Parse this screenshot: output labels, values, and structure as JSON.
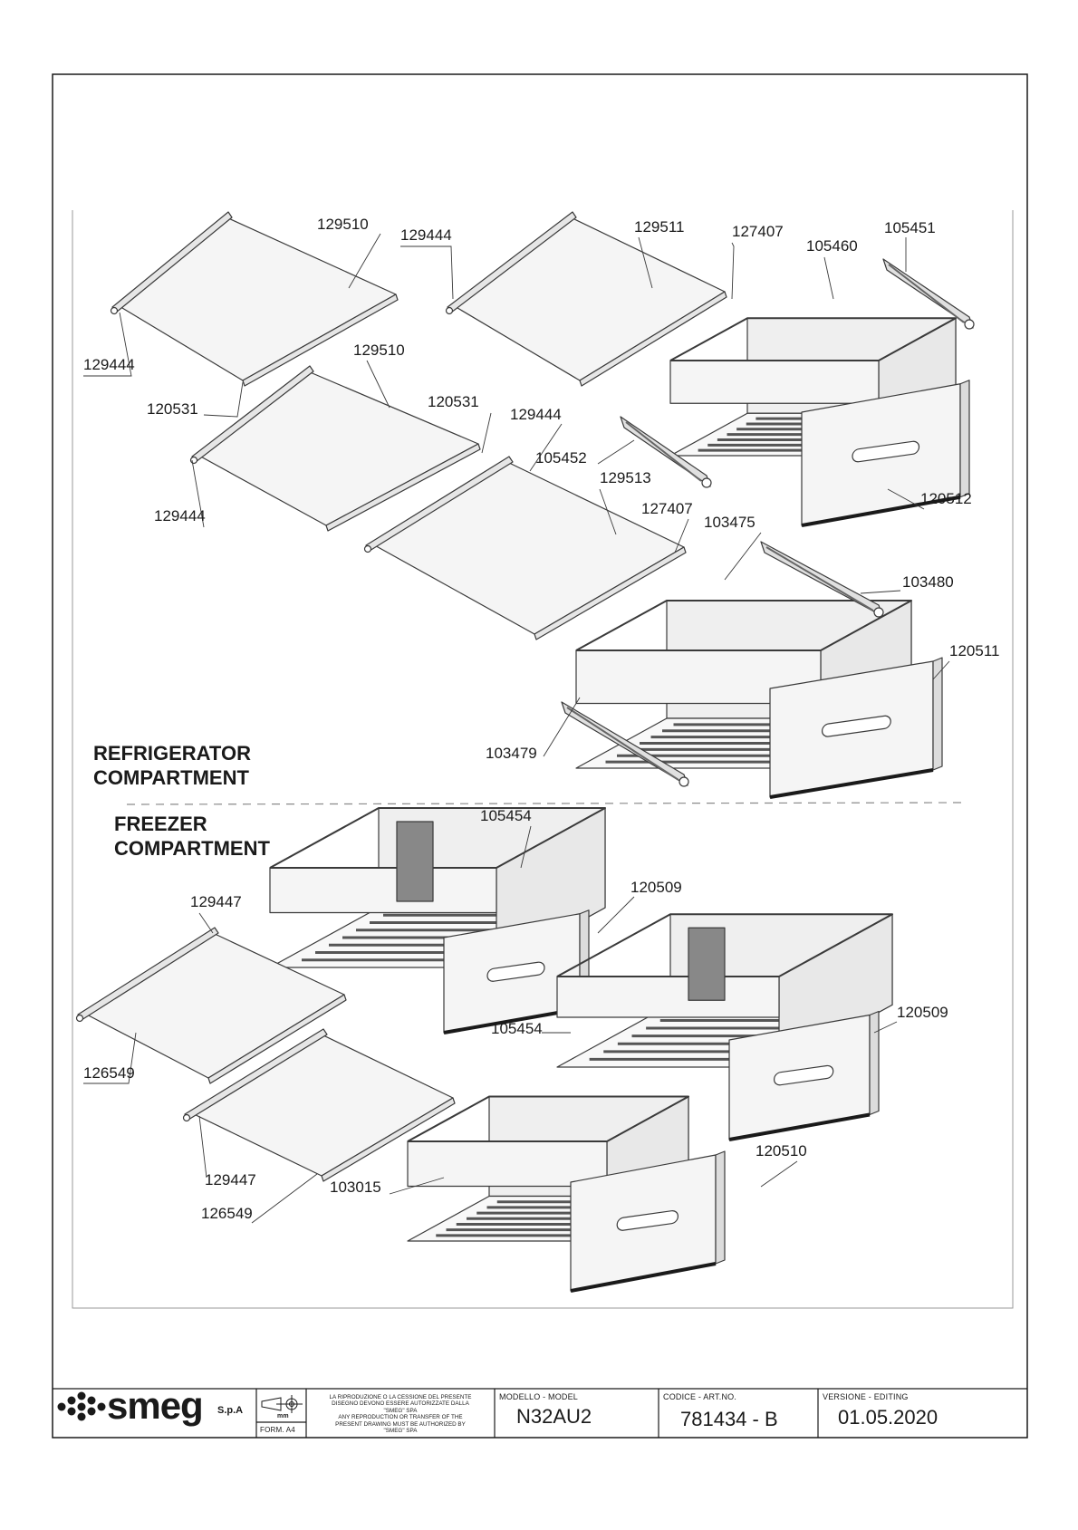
{
  "sections": {
    "refrigerator": [
      "REFRIGERATOR",
      "COMPARTMENT"
    ],
    "freezer": [
      "FREEZER",
      "COMPARTMENT"
    ]
  },
  "part_labels": [
    "129510",
    "129444",
    "129511",
    "127407",
    "105451",
    "105460",
    "129444",
    "129510",
    "120531",
    "120531",
    "129444",
    "105452",
    "129444",
    "129513",
    "127407",
    "103475",
    "120512",
    "103480",
    "120511",
    "103479",
    "105454",
    "120509",
    "129447",
    "120509",
    "105454",
    "126549",
    "120510",
    "129447",
    "103015",
    "126549"
  ],
  "title_block": {
    "brand": "smeg",
    "brand_suffix": "S.p.A",
    "unit": "mm",
    "format": "FORM. A4",
    "legal_lines": [
      "LA RIPRODUZIONE O LA CESSIONE DEL PRESENTE",
      "DISEGNO DEVONO ESSERE AUTORIZZATE DALLA",
      "\"SMEG\" SPA",
      "ANY REPRODUCTION OR TRANSFER OF THE",
      "PRESENT DRAWING MUST BE AUTHORIZED BY",
      "\"SMEG\" SPA"
    ],
    "model_caption": "MODELLO - MODEL",
    "model_value": "N32AU2",
    "code_caption": "CODICE - ART.NO.",
    "code_value": "781434 - B",
    "version_caption": "VERSIONE - EDITING",
    "version_value": "01.05.2020"
  },
  "colors": {
    "line": "#3a3a3a",
    "frame": "#1a1a1a",
    "fill": "#f4f4f4",
    "dark": "#2a2a2a"
  }
}
